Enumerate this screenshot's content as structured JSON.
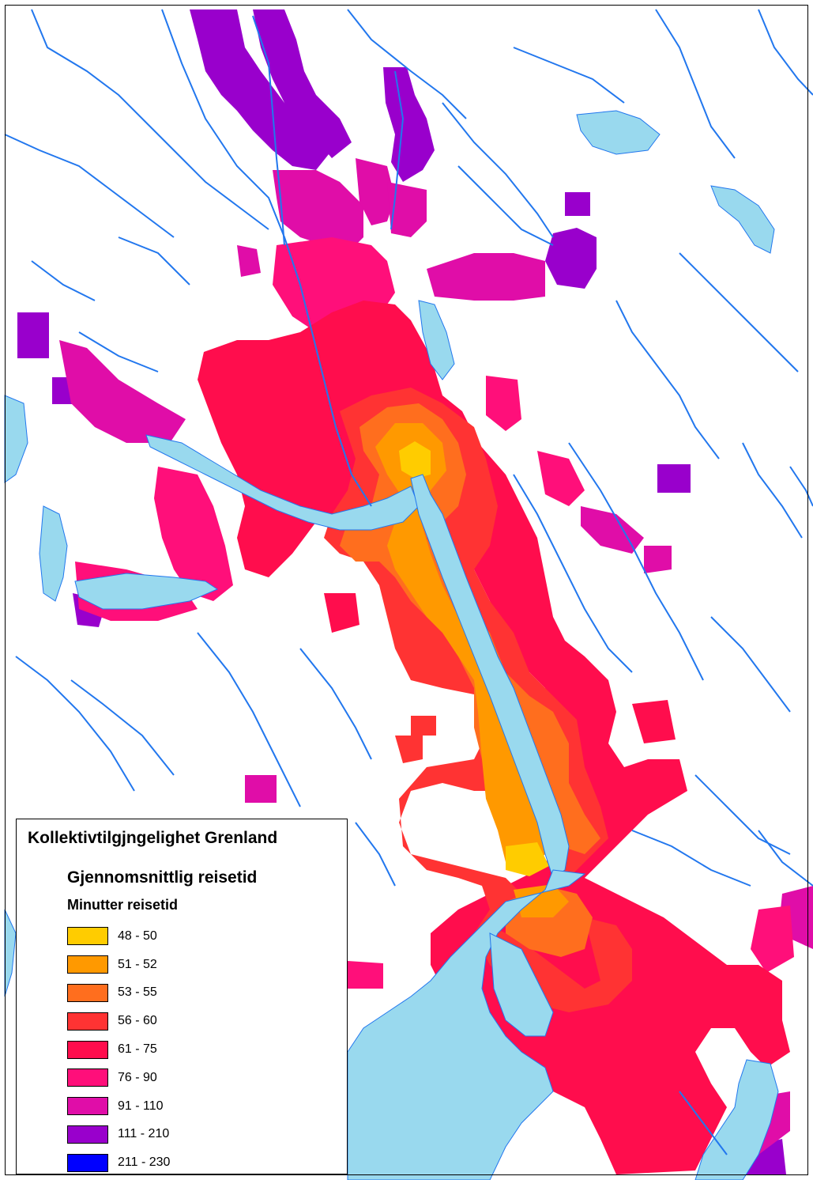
{
  "legend": {
    "title": "Kollektivtilgjngelighet Grenland",
    "subtitle": "Gjennomsnittlig reisetid",
    "unit_label": "Minutter reisetid",
    "classes": [
      {
        "label": "48 - 50",
        "color": "#FFCC00"
      },
      {
        "label": "51 - 52",
        "color": "#FF9900"
      },
      {
        "label": "53 - 55",
        "color": "#FF6E1E"
      },
      {
        "label": "56 - 60",
        "color": "#FF3333"
      },
      {
        "label": "61 - 75",
        "color": "#FF0D4D"
      },
      {
        "label": "76 - 90",
        "color": "#FF0F7A"
      },
      {
        "label": "91 - 110",
        "color": "#E00DA8"
      },
      {
        "label": "111 - 210",
        "color": "#9900CC"
      },
      {
        "label": "211 - 230",
        "color": "#0000FF"
      }
    ]
  },
  "colors": {
    "water": "#99D9EE",
    "river": "#2277EE",
    "background": "#FFFFFF"
  }
}
